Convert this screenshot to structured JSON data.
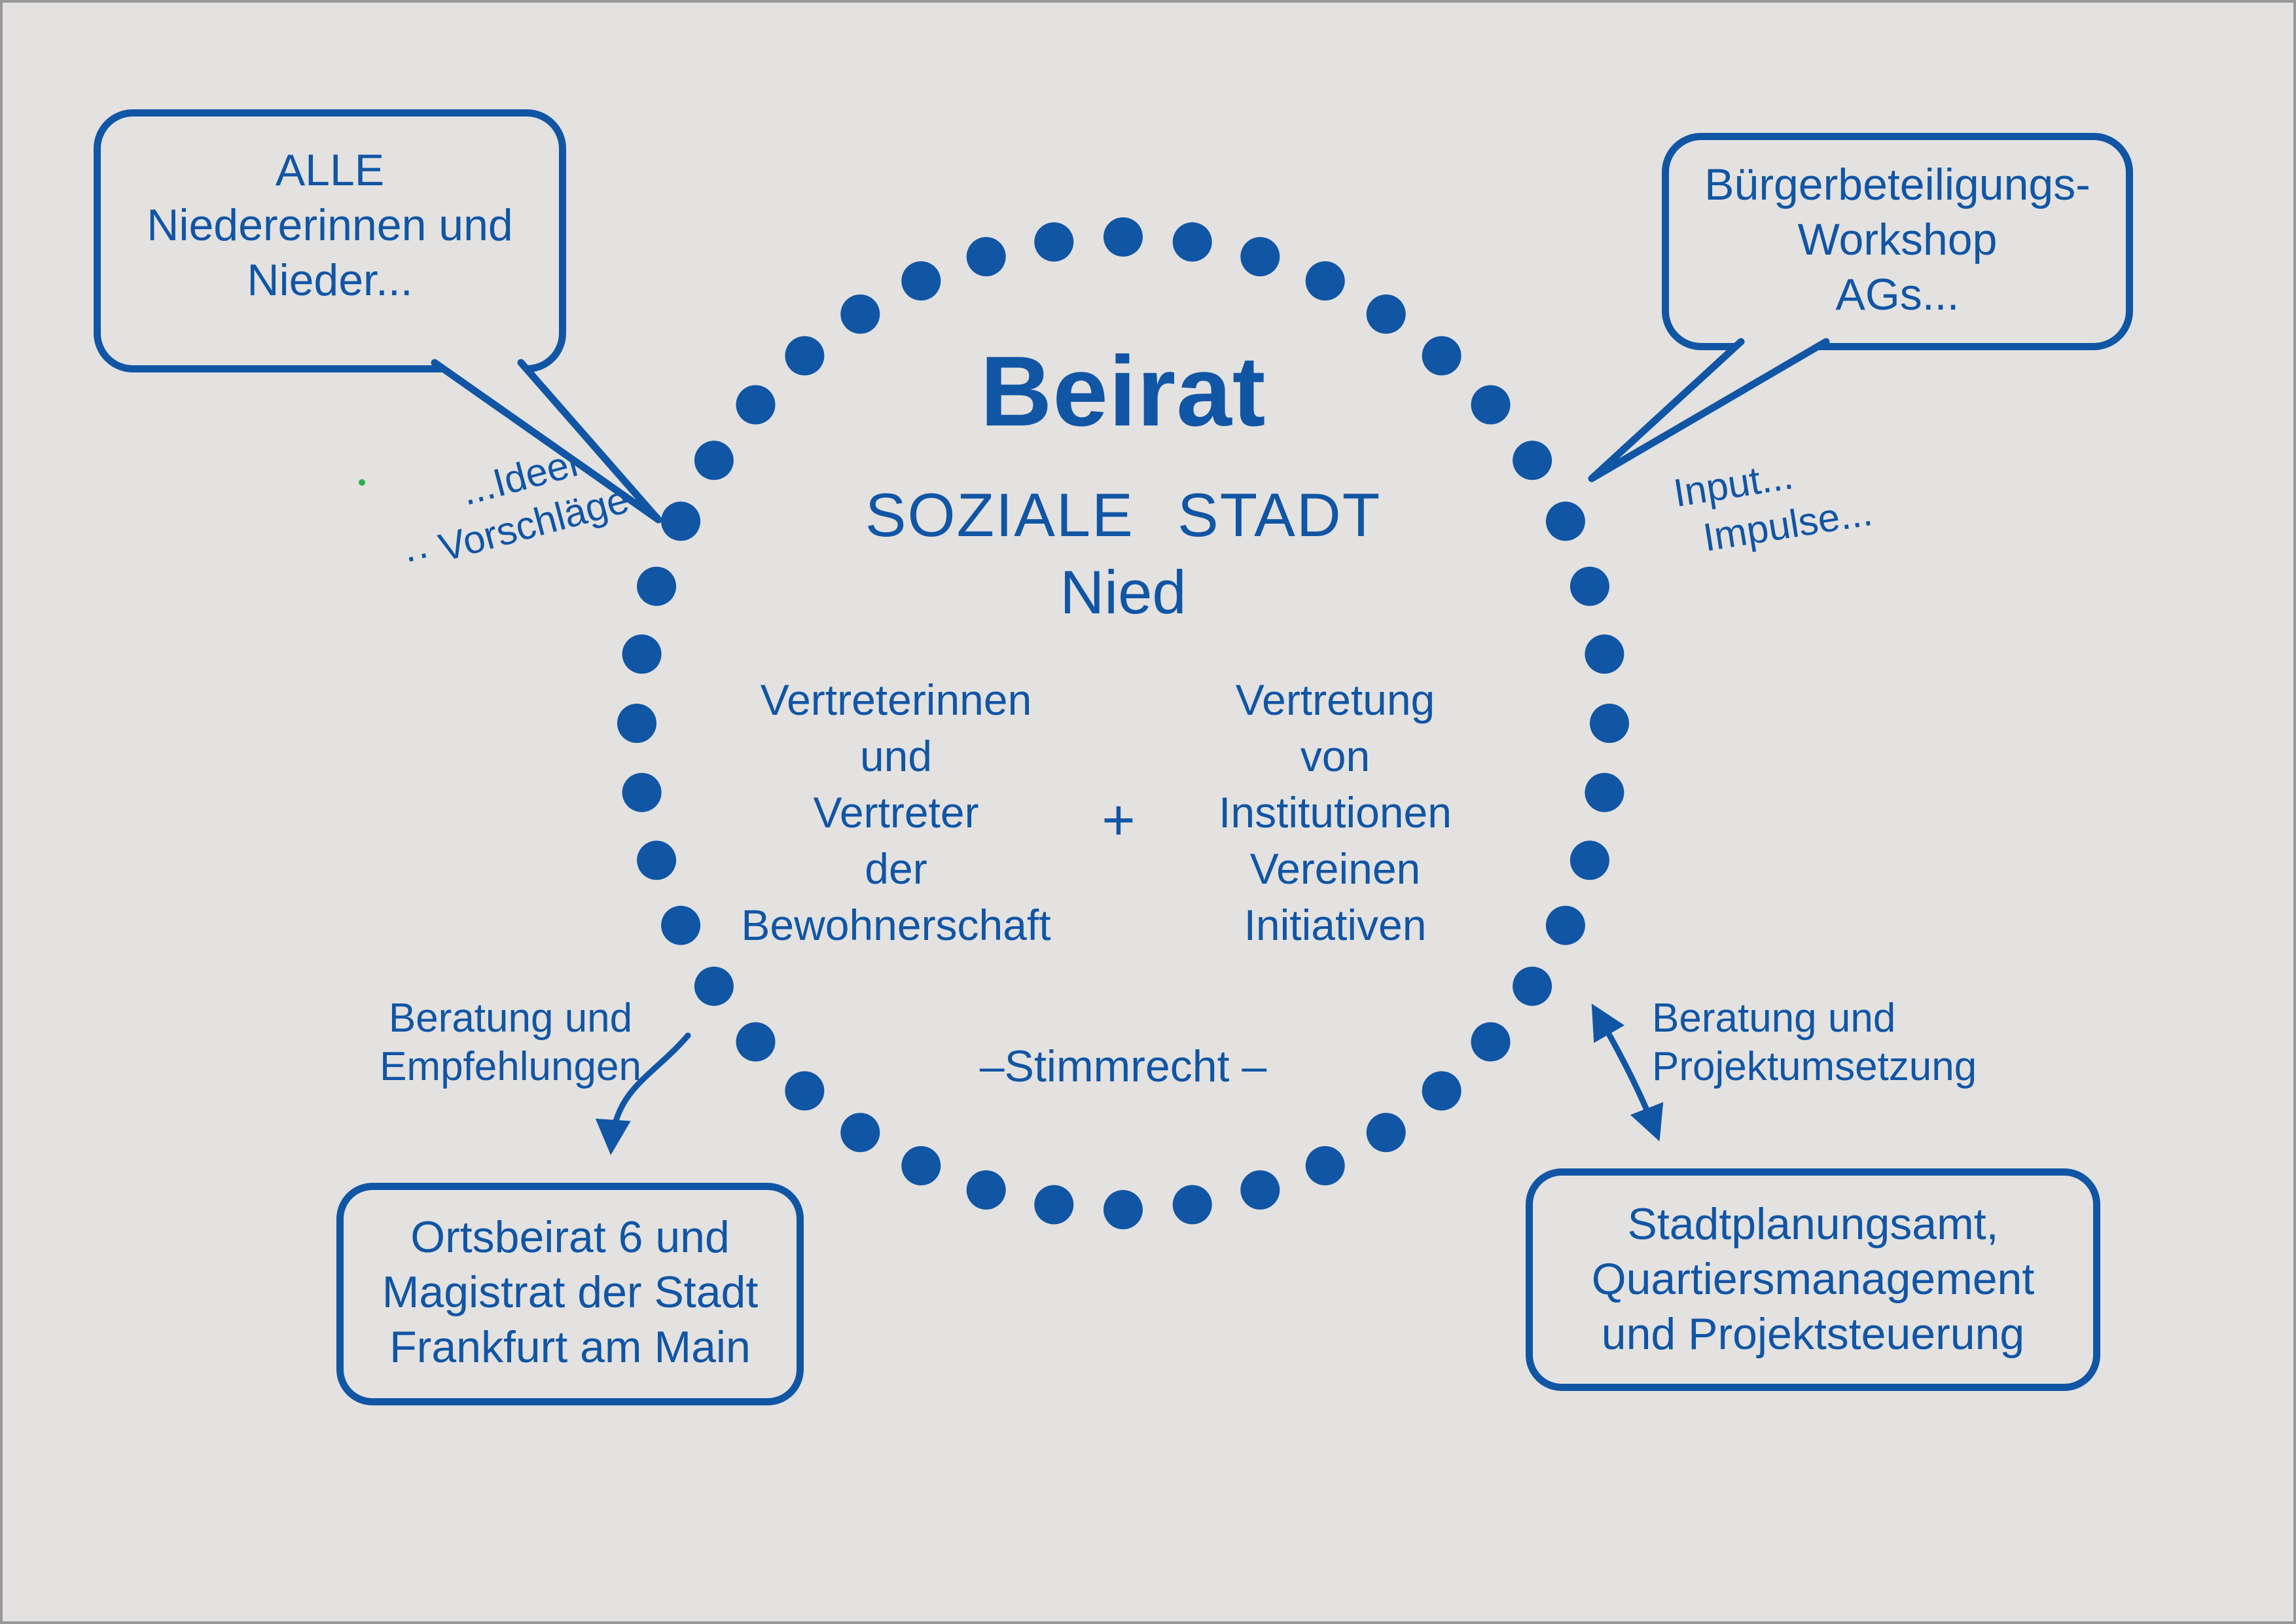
{
  "colors": {
    "accent": "#1155a5",
    "bg": "#e3e2e0",
    "speck_green": "#2fae4a"
  },
  "center": {
    "title": "Beirat",
    "subtitle": "SOZIALE STADT",
    "subtitle2": "Nied",
    "left_column": [
      "Vertreterinnen",
      "und",
      "Vertreter",
      "der",
      "Bewohnerschaft"
    ],
    "plus": "+",
    "right_column": [
      "Vertretung",
      "von",
      "Institutionen",
      "Vereinen",
      "Initiativen"
    ],
    "voting_note": "–Stimmrecht  –"
  },
  "bubbles": {
    "top_left": {
      "lines": [
        "ALLE",
        "Niedererinnen und",
        "Nieder..."
      ]
    },
    "top_right": {
      "lines": [
        "Bürgerbeteiligungs-",
        "Workshop",
        "AGs..."
      ]
    }
  },
  "boxes": {
    "bottom_left": {
      "lines": [
        "Ortsbeirat 6 und",
        "Magistrat der Stadt",
        "Frankfurt am Main"
      ]
    },
    "bottom_right": {
      "lines": [
        "Stadtplanungsamt,",
        "Quartiersmanagement",
        "und Projektsteuerung"
      ]
    }
  },
  "labels": {
    "ideen": {
      "lines": [
        "...Ideen",
        "·· Vorschläge"
      ]
    },
    "input": {
      "lines": [
        "Input...",
        "Impulse..."
      ]
    },
    "beratung_left": {
      "lines": [
        "Beratung und",
        "Empfehlungen"
      ]
    },
    "beratung_right": {
      "lines": [
        "Beratung und",
        "Projektumsetzung"
      ]
    }
  },
  "ring": {
    "dot_count": 44
  }
}
